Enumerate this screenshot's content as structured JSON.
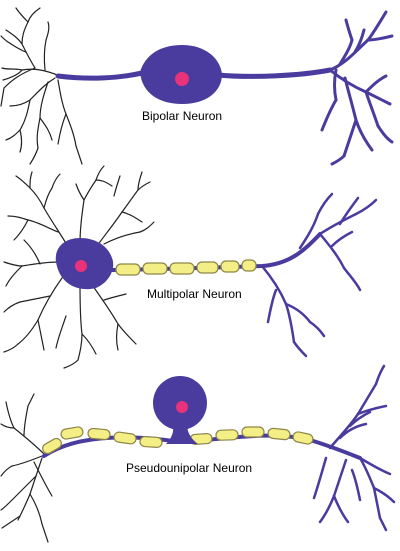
{
  "labels": {
    "bipolar": "Bipolar Neuron",
    "multipolar": "Multipolar Neuron",
    "pseudounipolar": "Pseudounipolar Neuron"
  },
  "colors": {
    "neuron_body": "#4A3B9E",
    "axon": "#4A3B9E",
    "dendrite": "#222222",
    "nucleus": "#E8327A",
    "myelin_fill": "#F4EE86",
    "myelin_stroke": "#8D8646",
    "background": "#FFFFFF"
  }
}
